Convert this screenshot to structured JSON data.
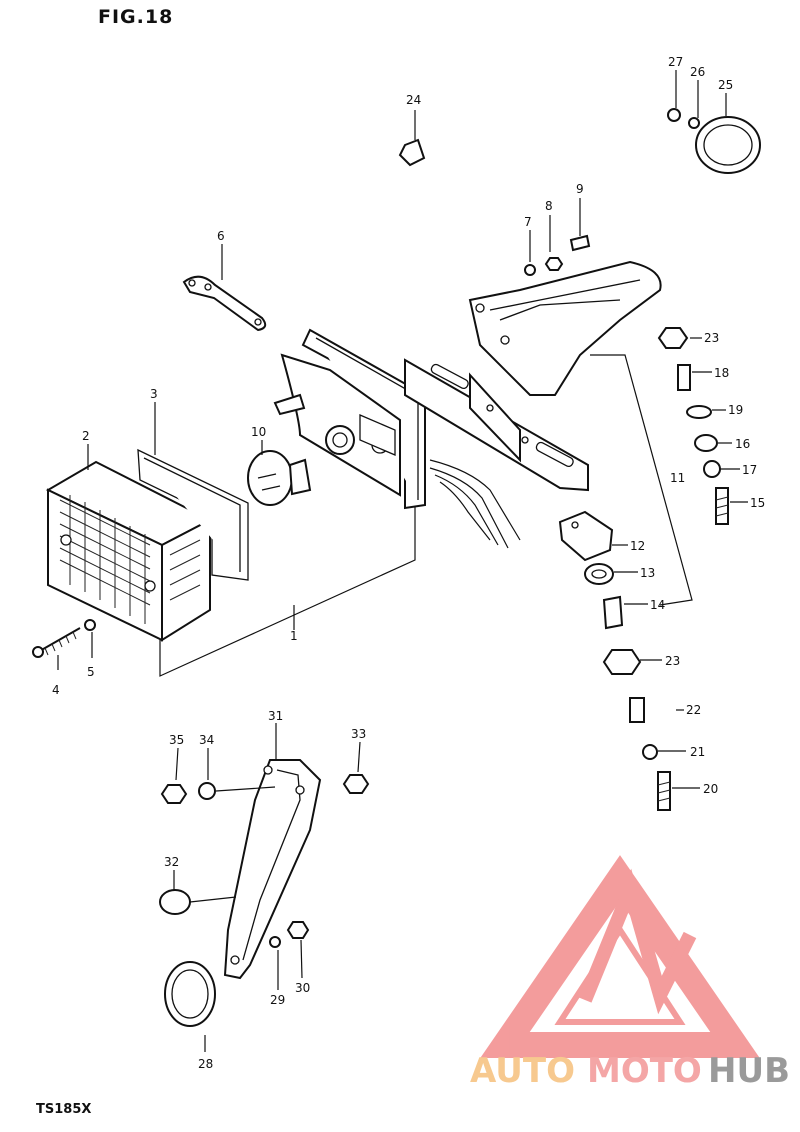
{
  "figure_title": "FIG.18",
  "model": "TS185X",
  "watermark": {
    "part1": "AUTO",
    "part2": "MOTO",
    "part3": "HUB",
    "color1": "#f7c98f",
    "color2": "#f4a6a6",
    "color3": "#9a9a9a",
    "logo_color": "#f28b8b"
  },
  "callouts": {
    "c1": "1",
    "c2": "2",
    "c3": "3",
    "c4": "4",
    "c5": "5",
    "c6": "6",
    "c7": "7",
    "c8": "8",
    "c9": "9",
    "c10": "10",
    "c11": "11",
    "c12": "12",
    "c13": "13",
    "c14": "14",
    "c15": "15",
    "c16": "16",
    "c17": "17",
    "c18": "18",
    "c19": "19",
    "c20": "20",
    "c21": "21",
    "c22": "22",
    "c23a": "23",
    "c23b": "23",
    "c24": "24",
    "c25": "25",
    "c26": "26",
    "c27": "27",
    "c28": "28",
    "c29": "29",
    "c30": "30",
    "c31": "31",
    "c32": "32",
    "c33": "33",
    "c34": "34",
    "c35": "35"
  }
}
